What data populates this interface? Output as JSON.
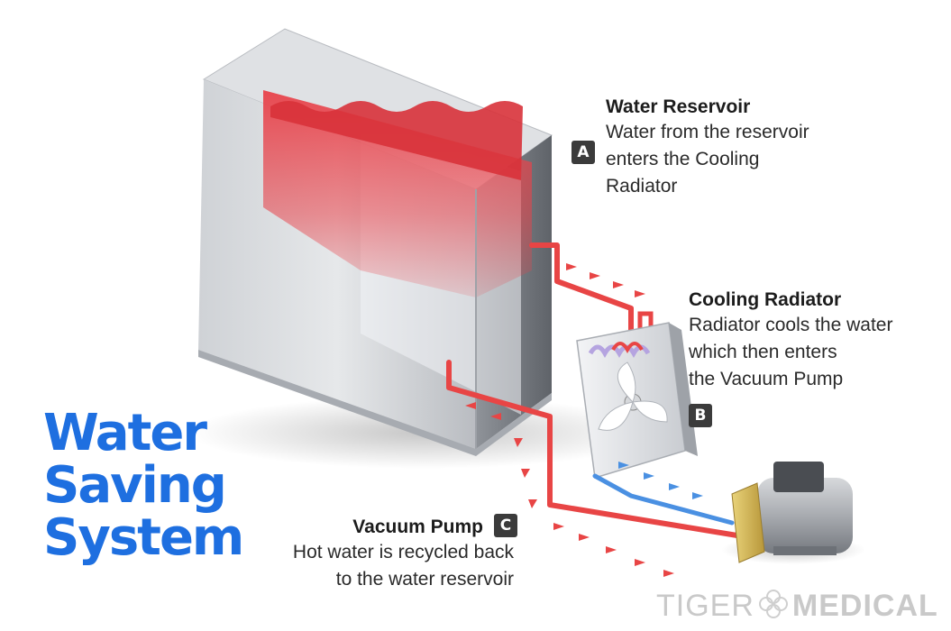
{
  "headline": {
    "line1": "Water Saving",
    "line2": "System"
  },
  "components": {
    "reservoir": {
      "title": "Water Reservoir",
      "badge": "A",
      "desc_lines": [
        "Water from the reservoir",
        "enters the Cooling",
        "Radiator"
      ]
    },
    "radiator": {
      "title": "Cooling Radiator",
      "badge": "B",
      "desc_lines": [
        "Radiator cools the water",
        "which then enters",
        "the Vacuum Pump"
      ]
    },
    "pump": {
      "title": "Vacuum Pump",
      "badge": "C",
      "desc_lines": [
        "Hot water is recycled back",
        "to the water reservoir"
      ]
    }
  },
  "watermark": {
    "brand_left": "TIGER",
    "brand_right": "MEDICAL",
    "icon": "flower-logo-icon"
  },
  "colors": {
    "headline": "#1e6fe0",
    "hot_water": "#e84545",
    "cold_water": "#4a90e2",
    "badge_bg": "#3b3b3b",
    "watermark": "#c9c9c9"
  }
}
